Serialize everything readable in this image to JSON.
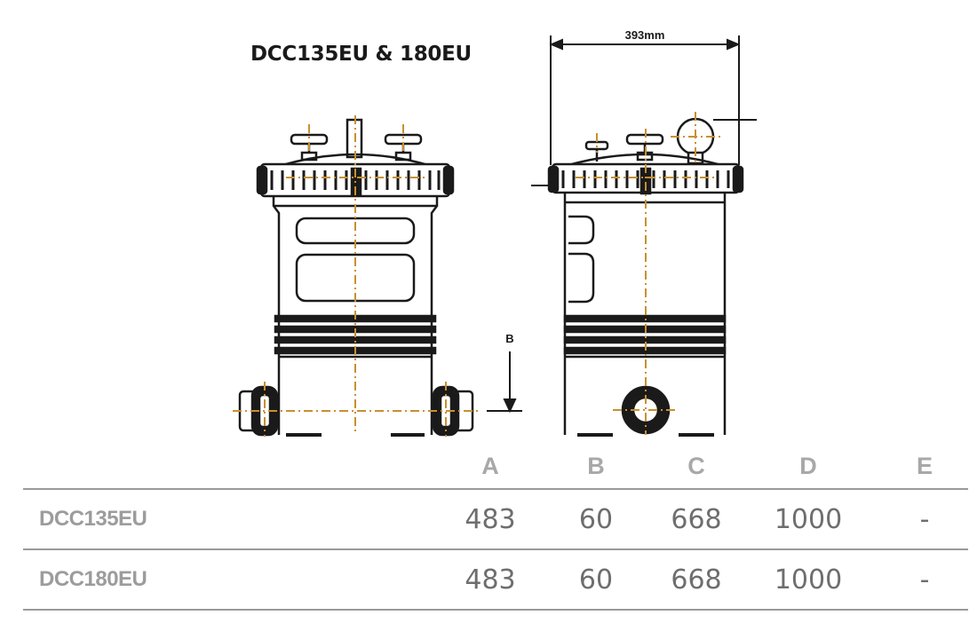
{
  "diagram": {
    "title": "DCC135EU & 180EU",
    "dimension_width_label": "393mm",
    "dimension_b_label": "B",
    "line_color": "#1a1a1a",
    "centerline_color": "#c8902e"
  },
  "spec_table": {
    "columns": [
      "A",
      "B",
      "C",
      "D",
      "E"
    ],
    "rows": [
      {
        "model": "DCC135EU",
        "A": "483",
        "B": "60",
        "C": "668",
        "D": "1000",
        "E": "-"
      },
      {
        "model": "DCC180EU",
        "A": "483",
        "B": "60",
        "C": "668",
        "D": "1000",
        "E": "-"
      }
    ]
  }
}
